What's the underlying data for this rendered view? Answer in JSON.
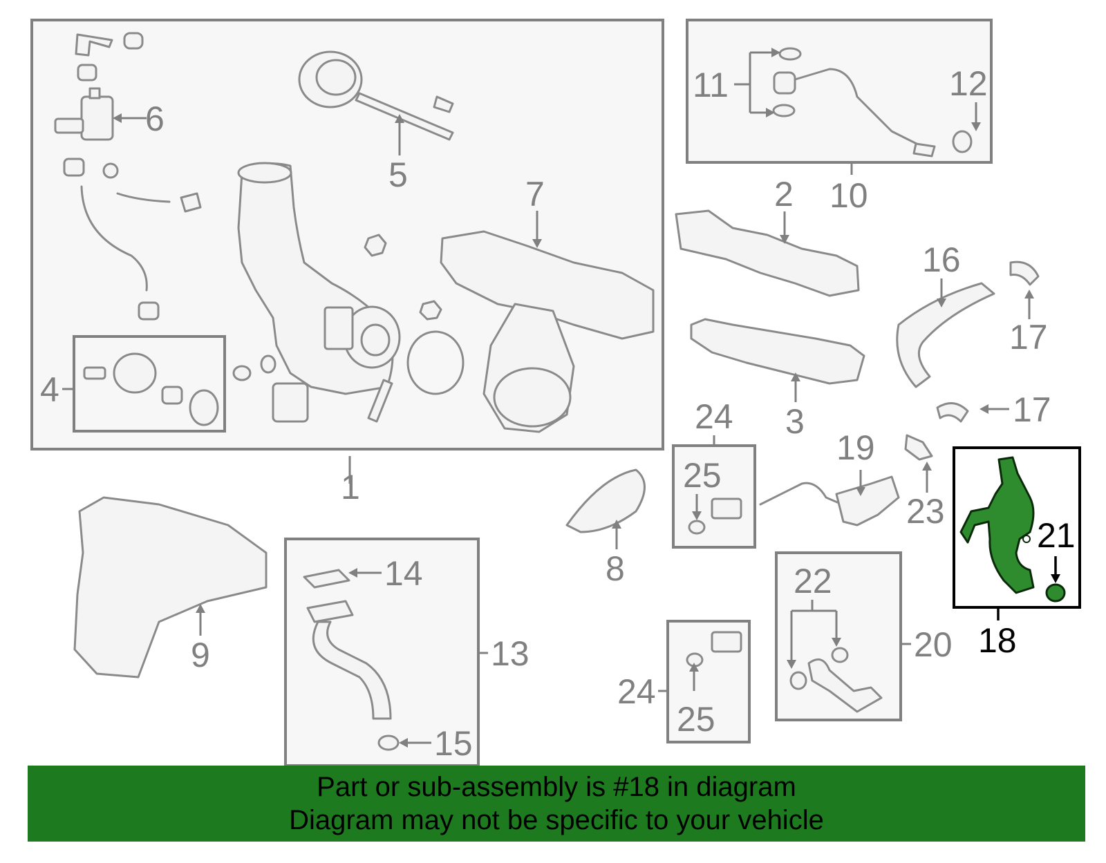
{
  "callouts": {
    "n1": "1",
    "n2": "2",
    "n3": "3",
    "n4": "4",
    "n5": "5",
    "n6": "6",
    "n7": "7",
    "n8": "8",
    "n9": "9",
    "n10": "10",
    "n11": "11",
    "n12": "12",
    "n13": "13",
    "n14": "14",
    "n15": "15",
    "n16": "16",
    "n17a": "17",
    "n17b": "17",
    "n18": "18",
    "n19": "19",
    "n20": "20",
    "n21": "21",
    "n22": "22",
    "n23": "23",
    "n24a": "24",
    "n24b": "24",
    "n25a": "25",
    "n25b": "25"
  },
  "highlight": {
    "part_number": "18",
    "color": "#1e7a1e"
  },
  "banner": {
    "line1": "Part or sub-assembly is #18 in diagram",
    "line2": "Diagram may not be specific to your vehicle"
  }
}
